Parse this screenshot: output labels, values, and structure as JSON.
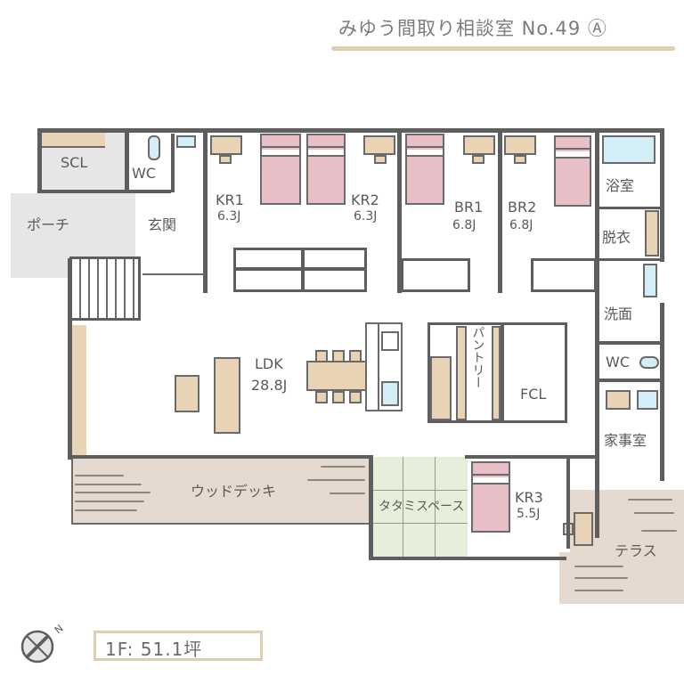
{
  "header": {
    "title": "みゆう間取り相談室 No.49 Ⓐ"
  },
  "rooms": {
    "scl": "SCL",
    "wc_entrance": "WC",
    "porch": "ポーチ",
    "genkan": "玄関",
    "kr1": {
      "name": "KR1",
      "size": "6.3J"
    },
    "kr2": {
      "name": "KR2",
      "size": "6.3J"
    },
    "br1": {
      "name": "BR1",
      "size": "6.8J"
    },
    "br2": {
      "name": "BR2",
      "size": "6.8J"
    },
    "bath": "浴室",
    "dressing": "脱衣",
    "washroom": "洗面",
    "wc_back": "WC",
    "ldk": {
      "name": "LDK",
      "size": "28.8J"
    },
    "pantry": "パントリー",
    "fcl": "FCL",
    "utility": "家事室",
    "wood_deck": "ウッドデッキ",
    "tatami_space": "タタミスペース",
    "kr3": {
      "name": "KR3",
      "size": "5.5J"
    },
    "terrace": "テラス"
  },
  "footer": {
    "compass_label": "N",
    "floor_area": "1F: 51.1坪"
  },
  "colors": {
    "wall": "#5e5e5e",
    "bed": "#e8bfc7",
    "furniture": "#e8d3b4",
    "water": "#d3eef6",
    "exterior_gray": "#e6e6e6",
    "deck": "#e6d9cf",
    "tatami": "#e6efd9",
    "title_underline": "#e0cdb0"
  }
}
